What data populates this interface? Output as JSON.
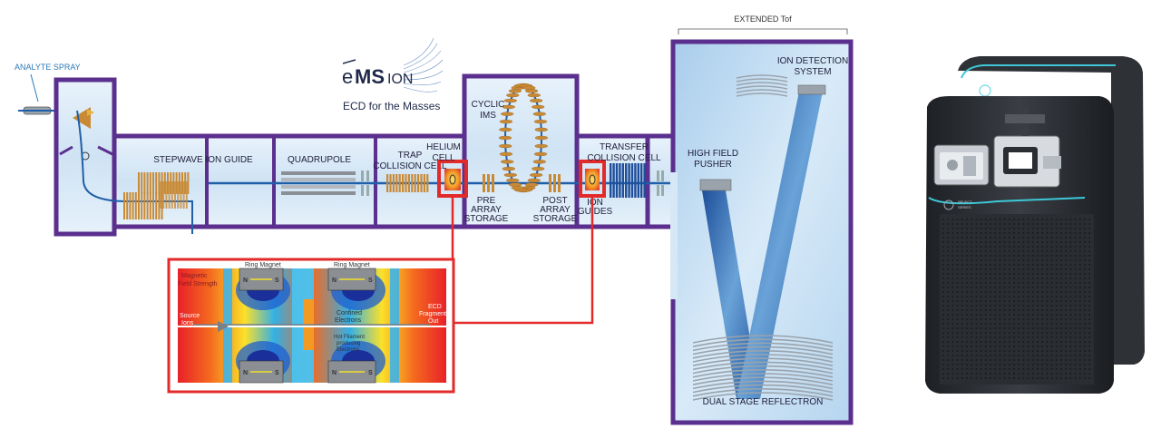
{
  "labels": {
    "analyte_spray": "ANALYTE SPRAY",
    "extended_tof": "EXTENDED Tof",
    "logo_e": "e",
    "logo_ms": "MS",
    "logo_ion": "ION",
    "tagline": "ECD for the Masses",
    "stepwave": "STEPWAVE ION GUIDE",
    "quadrupole": "QUADRUPOLE",
    "trap_1": "TRAP",
    "trap_2": "COLLISION CELL",
    "helium_1": "HELIUM",
    "helium_2": "CELL",
    "cyclic_1": "CYCLIC",
    "cyclic_2": "IMS",
    "pre_array_1": "PRE",
    "pre_array_2": "ARRAY",
    "pre_array_3": "STORAGE",
    "post_array_1": "POST",
    "post_array_2": "ARRAY",
    "post_array_3": "STORAGE",
    "transfer_1": "TRANSFER",
    "transfer_2": "COLLISION CELL",
    "ion_guides_1": "ION",
    "ion_guides_2": "GUIDES",
    "high_field_1": "HIGH FIELD",
    "high_field_2": "PUSHER",
    "ion_detection_1": "ION DETECTION",
    "ion_detection_2": "SYSTEM",
    "dual_stage": "DUAL STAGE REFLECTRON",
    "magnetic_1": "Magnetic",
    "magnetic_2": "Field Strength",
    "ring_magnet_left": "Ring Magnet",
    "ring_magnet_right": "Ring Magnet",
    "source_1": "Source",
    "source_2": "Ions",
    "confined_1": "Confined",
    "confined_2": "Electrons",
    "filament_1": "Hot Filament",
    "filament_2": "producing",
    "filament_3": "Electrons",
    "ecd_1": "ECD",
    "ecd_2": "Fragments",
    "ecd_3": "Out",
    "pole_n": "N",
    "pole_s": "S",
    "brand_1": "SELECT",
    "brand_2": "SERIES"
  },
  "colors": {
    "frame": "#5a2f8e",
    "chamber": "#d6e8f6",
    "beam": "#1f5fa8",
    "lens": "#c98a35",
    "highlight": "#e32a2a",
    "instrument": "#2b2e33",
    "accent": "#3ec8d8"
  }
}
